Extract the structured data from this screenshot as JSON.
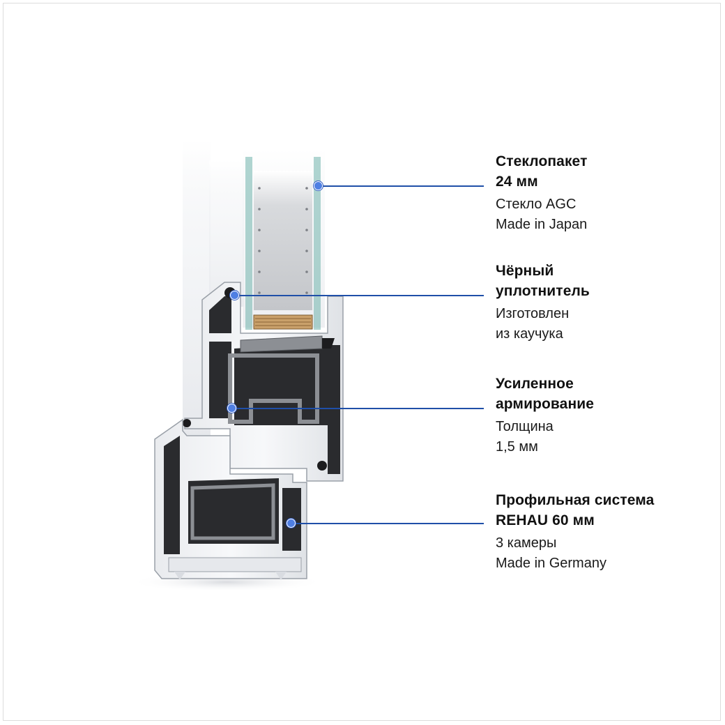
{
  "colors": {
    "accent_line": "#1f4fa8",
    "accent_dot": "#4f7fe3",
    "text": "#111111",
    "profile_fill": "#f4f5f7",
    "profile_edge": "#9aa0a8",
    "chamber": "#2a2b2e",
    "reinforcement": "#8c8f94",
    "glass_tint": "#5aa19a",
    "spacer": "#c9a06a"
  },
  "callouts": [
    {
      "id": "glass-unit",
      "title": "Стеклопакет\n24 мм",
      "detail": "Стекло AGC\nMade in Japan"
    },
    {
      "id": "black-seal",
      "title": "Чёрный\nуплотнитель",
      "detail": "Изготовлен\nиз каучука"
    },
    {
      "id": "reinforcement",
      "title": "Усиленное\nармирование",
      "detail": "Толщина\n1,5 мм"
    },
    {
      "id": "profile-system",
      "title": "Профильная система\nREHAU 60 мм",
      "detail": "3 камеры\nMade in Germany"
    }
  ]
}
